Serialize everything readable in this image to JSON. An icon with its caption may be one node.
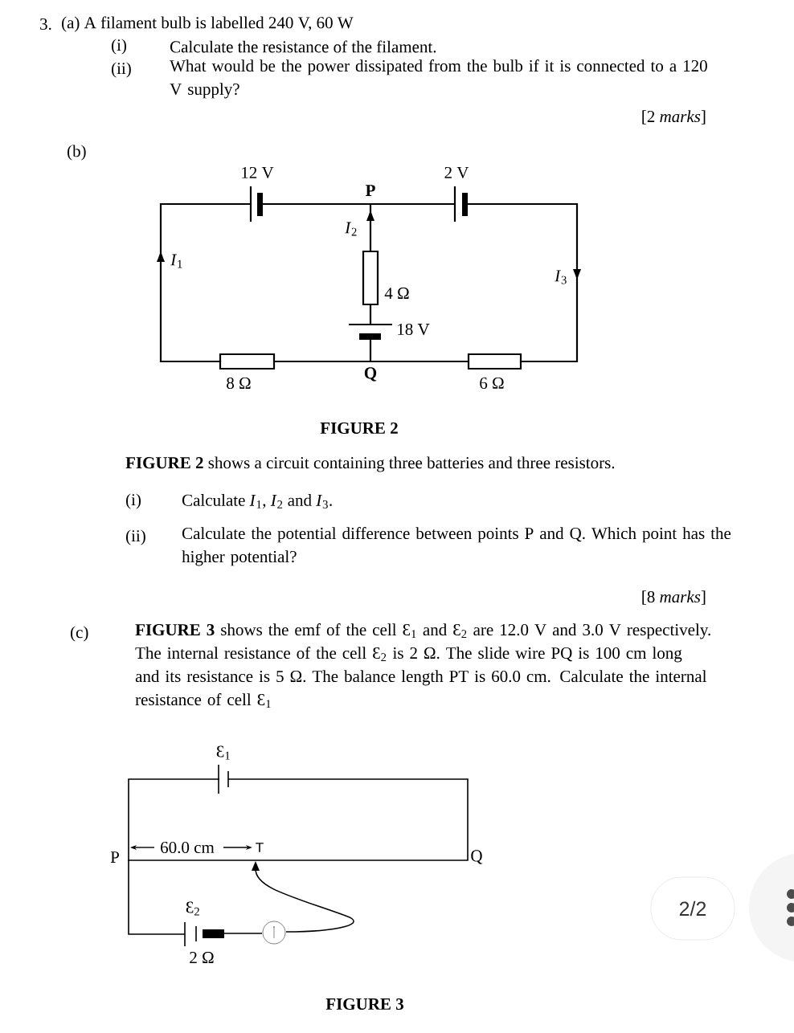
{
  "diagram": {
    "labels": [
      "3.",
      "(a) A filament bulb is labelled 240 V, 60 W",
      "(i)",
      "Calculate the resistance of the filament.",
      "(ii)",
      "What would be the power dissipated from the bulb if it is connected to a 120 V supply?",
      "[2 *marks*]",
      "(b)",
      "12 V",
      "2 V",
      "P",
      "*I*$_{2}$",
      "*I*$_{1}$",
      "*I*$_{3}$",
      "4 Ω",
      "18 V",
      "8 Ω",
      "Q",
      "6 Ω",
      "FIGURE 2",
      "**FIGURE 2** shows a circuit containing three batteries and three resistors.",
      "(i)",
      "Calculate *I*$_{1}$, *I*$_{2}$ and *I*$_{3}$.",
      "(ii)",
      "Calculate the potential difference between points P and Q. Which point has the higher potential?",
      "[8 *marks*]",
      "(c)",
      "**FIGURE 3** shows the emf of the cell Ɛ$_{1}$ and Ɛ$_{2}$ are 12.0 V and 3.0 V respectively. The internal resistance of the cell Ɛ$_{2}$ is 2 Ω. The slide wire PQ is 100 cm long and its resistance is 5 Ω. The balance length PT is 60.0 cm. Calculate the internal resistance of cell Ɛ$_{1}$",
      "Ɛ$_{1}$",
      "P",
      "60.0 cm",
      "T",
      "Q",
      "Ɛ$_{2}$",
      "2 Ω",
      "FIGURE 3",
      "2/2"
    ]
  }
}
